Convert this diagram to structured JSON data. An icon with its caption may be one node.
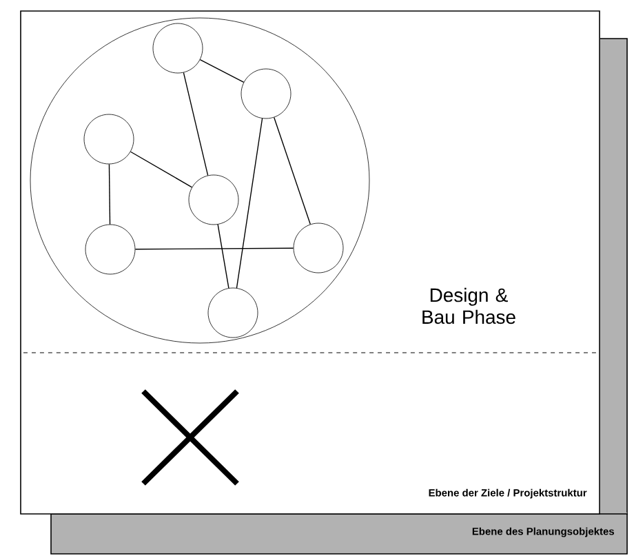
{
  "diagram": {
    "nodes": [
      {
        "text": [
          "Ebene des Planungsobjektes"
        ]
      },
      {
        "text": [
          "Ebene der Ziele / Projektstruktur"
        ]
      },
      {
        "text": [],
        "shape": "ellipse",
        "in": 1
      },
      {
        "text": [],
        "shape": "circle",
        "in": 2
      },
      {
        "text": [],
        "shape": "circle",
        "in": 2
      },
      {
        "text": [],
        "shape": "circle",
        "in": 2
      },
      {
        "text": [],
        "shape": "circle",
        "in": 2
      },
      {
        "text": [],
        "shape": "circle",
        "in": 2
      },
      {
        "text": [],
        "shape": "circle",
        "in": 2
      },
      {
        "text": [],
        "shape": "circle",
        "in": 2
      }
    ],
    "edges": [
      {
        "from": 3,
        "to": 4,
        "arrow": "none"
      },
      {
        "from": 3,
        "to": 6,
        "arrow": "none"
      },
      {
        "from": 5,
        "to": 6,
        "arrow": "none"
      },
      {
        "from": 5,
        "to": 7,
        "arrow": "none"
      },
      {
        "from": 7,
        "to": 8,
        "arrow": "none"
      },
      {
        "from": 4,
        "to": 8,
        "arrow": "none"
      },
      {
        "from": 4,
        "to": 9,
        "arrow": "none"
      },
      {
        "from": 6,
        "to": 9,
        "arrow": "none"
      }
    ],
    "labels": [
      "Design & Bau Phase"
    ]
  }
}
